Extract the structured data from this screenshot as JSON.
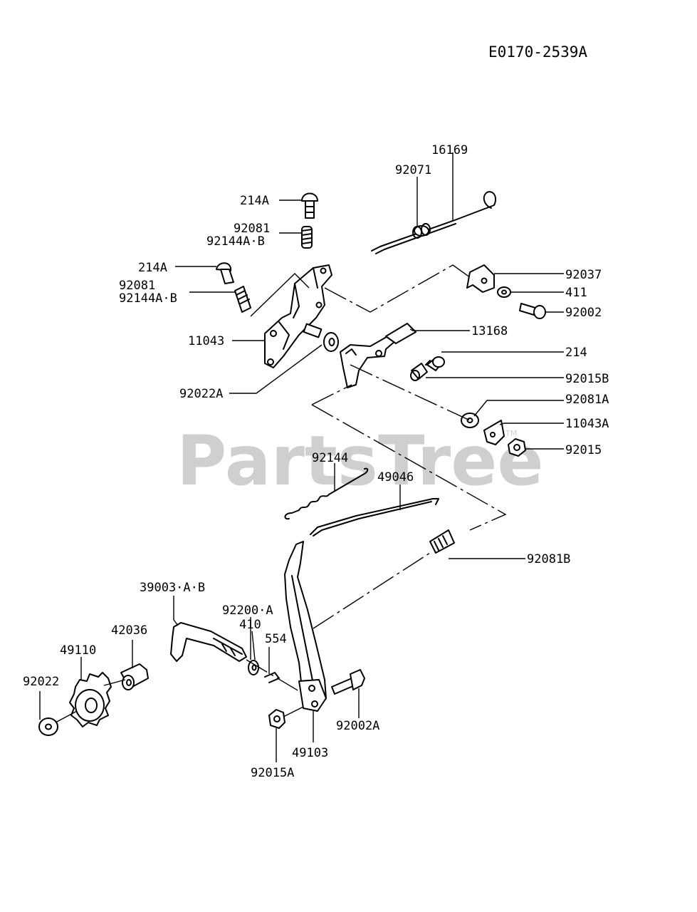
{
  "drawing_code": "E0170-2539A",
  "watermark": {
    "text": "PartsTree",
    "tm": "TM"
  },
  "labels": {
    "p16169": "16169",
    "p92071": "92071",
    "p214A_1": "214A",
    "p92081_1": "92081",
    "p92144AB_1": "92144A·B",
    "p214A_2": "214A",
    "p92081_2": "92081",
    "p92144AB_2": "92144A·B",
    "p92037": "92037",
    "p411": "411",
    "p92002": "92002",
    "p11043": "11043",
    "p13168": "13168",
    "p214": "214",
    "p92015B": "92015B",
    "p92022A": "92022A",
    "p92081A": "92081A",
    "p11043A": "11043A",
    "p92015": "92015",
    "p92144": "92144",
    "p49046": "49046",
    "p92081B": "92081B",
    "p39003AB": "39003·A·B",
    "p92200A": "92200·A",
    "p410": "410",
    "p554": "554",
    "p42036": "42036",
    "p49110": "49110",
    "p92022": "92022",
    "p92002A": "92002A",
    "p49103": "49103",
    "p92015A": "92015A"
  }
}
